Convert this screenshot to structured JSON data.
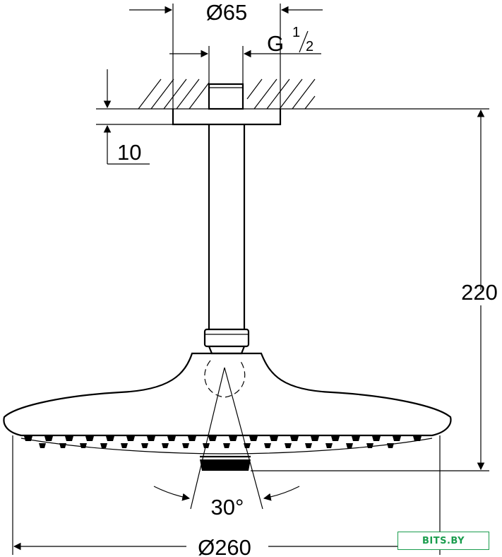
{
  "dimensions": {
    "top_diameter": "Ø65",
    "thread_letter": "G",
    "thread_numerator": "1",
    "thread_denominator": "2",
    "flange_thickness": "10",
    "height": "220",
    "spray_angle": "30°",
    "head_diameter": "Ø260"
  },
  "watermark": {
    "text": "BITS.BY",
    "color": "#1b9d4e"
  }
}
